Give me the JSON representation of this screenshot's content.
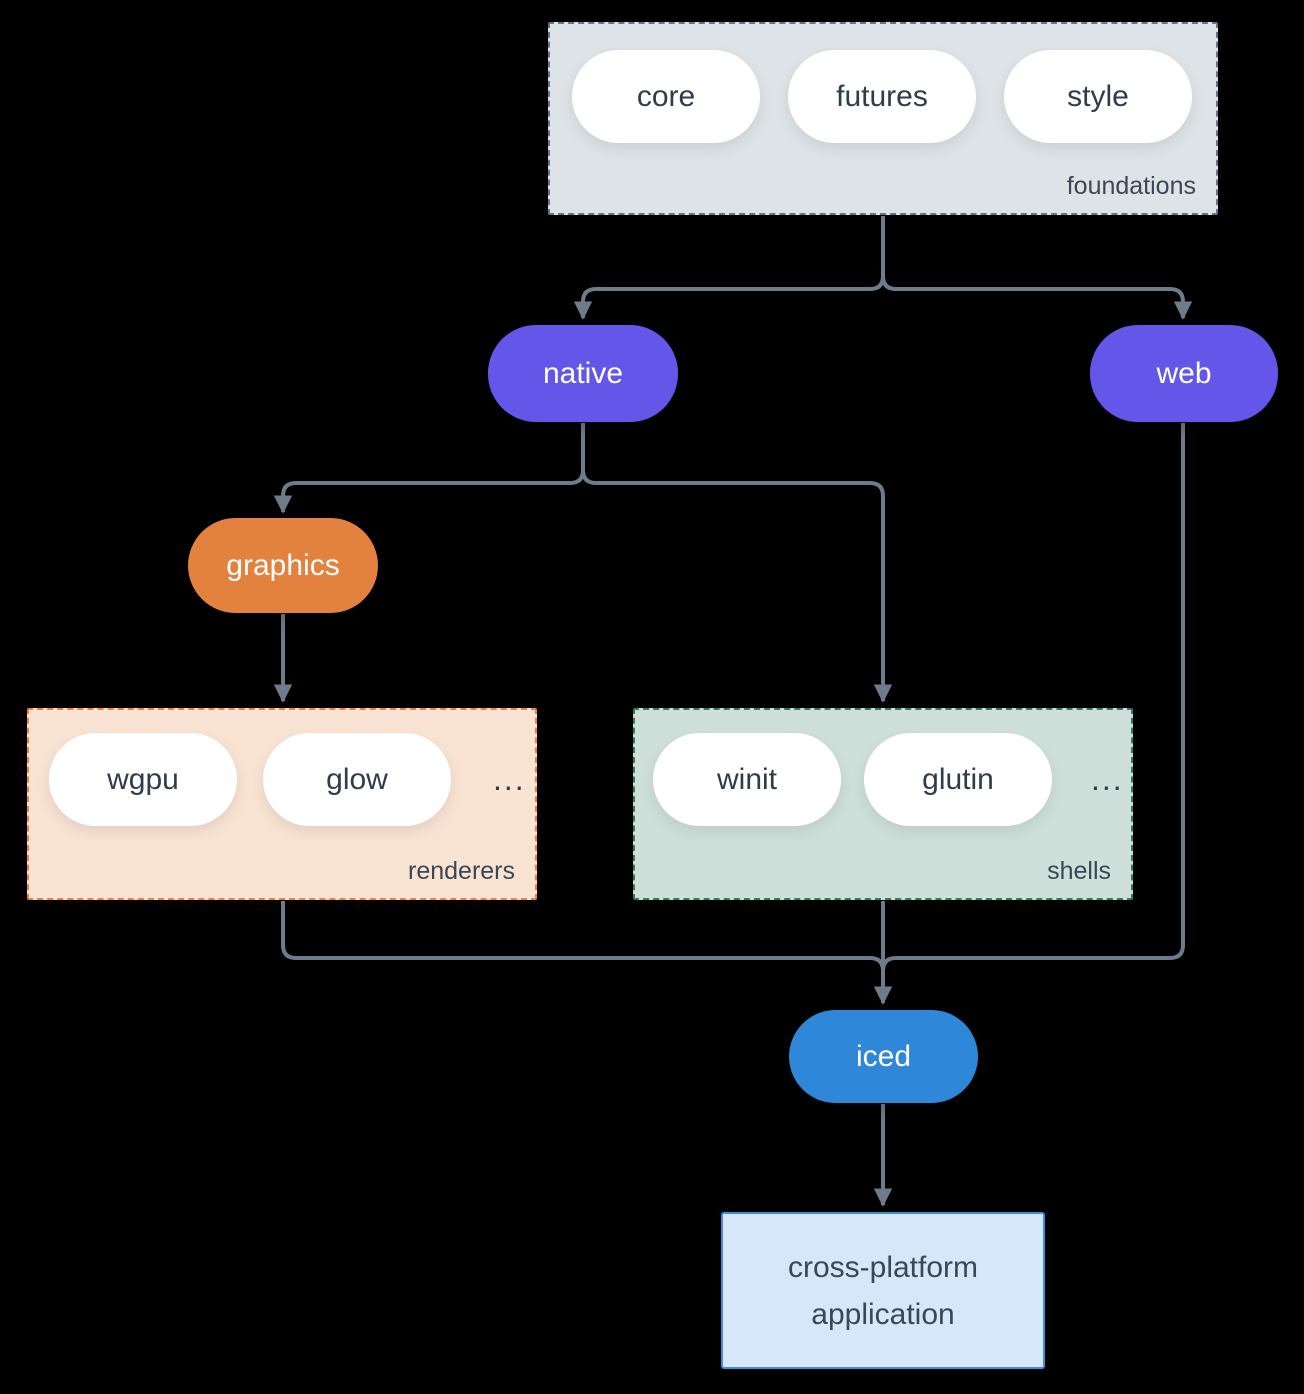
{
  "colors": {
    "bg": "#000000",
    "arrow": "#6e7b8a",
    "purple": "#6456e9",
    "orange": "#e2823e",
    "blue": "#2e87d9",
    "ink": "#2f3c49",
    "label": "#3a4754",
    "pill-bg": "#ffffff",
    "foundations-bg": "#dee3e7",
    "foundations-border": "#64758a",
    "renderers-bg": "#f9e3d3",
    "renderers-border": "#e8823c",
    "shells-bg": "#cfdfd9",
    "shells-border": "#2f7a6b",
    "app-bg": "#d5e7f8",
    "app-border": "#3e8ede"
  },
  "groups": {
    "foundations": {
      "label": "foundations",
      "pills": [
        "core",
        "futures",
        "style"
      ]
    },
    "renderers": {
      "label": "renderers",
      "pills": [
        "wgpu",
        "glow"
      ],
      "ellipsis": "..."
    },
    "shells": {
      "label": "shells",
      "pills": [
        "winit",
        "glutin"
      ],
      "ellipsis": "..."
    }
  },
  "nodes": {
    "native": "native",
    "web": "web",
    "graphics": "graphics",
    "iced": "iced",
    "application": "cross-platform application"
  }
}
